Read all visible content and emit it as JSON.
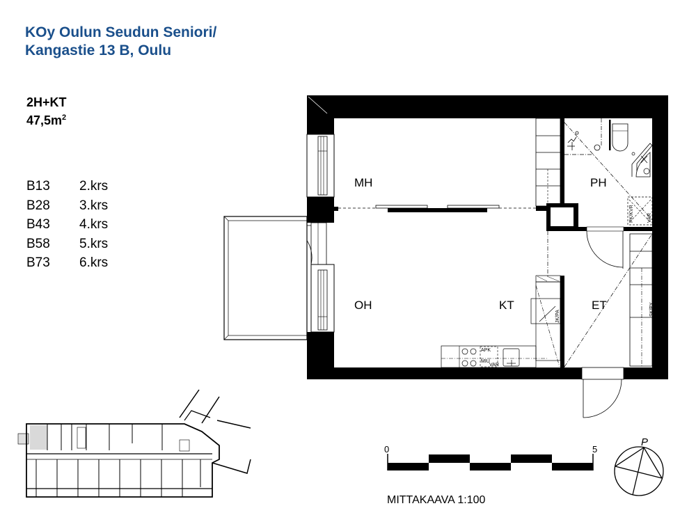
{
  "header": {
    "line1": "KOy Oulun Seudun Seniori/",
    "line2": "Kangastie 13 B, Oulu"
  },
  "apartment": {
    "type": "2H+KT",
    "area_value": "47,5m",
    "area_sup": "2"
  },
  "units": [
    {
      "code": "B13",
      "floor": "2.krs"
    },
    {
      "code": "B28",
      "floor": "3.krs"
    },
    {
      "code": "B43",
      "floor": "4.krs"
    },
    {
      "code": "B58",
      "floor": "5.krs"
    },
    {
      "code": "B73",
      "floor": "6.krs"
    }
  ],
  "rooms": {
    "mh": "MH",
    "ph": "PH",
    "oh": "OH",
    "kt": "KT",
    "et": "ET"
  },
  "fixtures": {
    "pkkvr": "PK/KVR",
    "var_ph": "VAR",
    "jkpa": "JK/PA",
    "skpy": "SK/PY",
    "apk": "APK",
    "miu": "MIU",
    "var_kt": "VAR"
  },
  "scale": {
    "start": "0",
    "end": "5",
    "title": "MITTAKAAVA 1:100"
  },
  "compass": {
    "north_label": "P"
  },
  "colors": {
    "title": "#1a4f8b",
    "wall": "#000000",
    "highlight": "#d9d9d9"
  }
}
